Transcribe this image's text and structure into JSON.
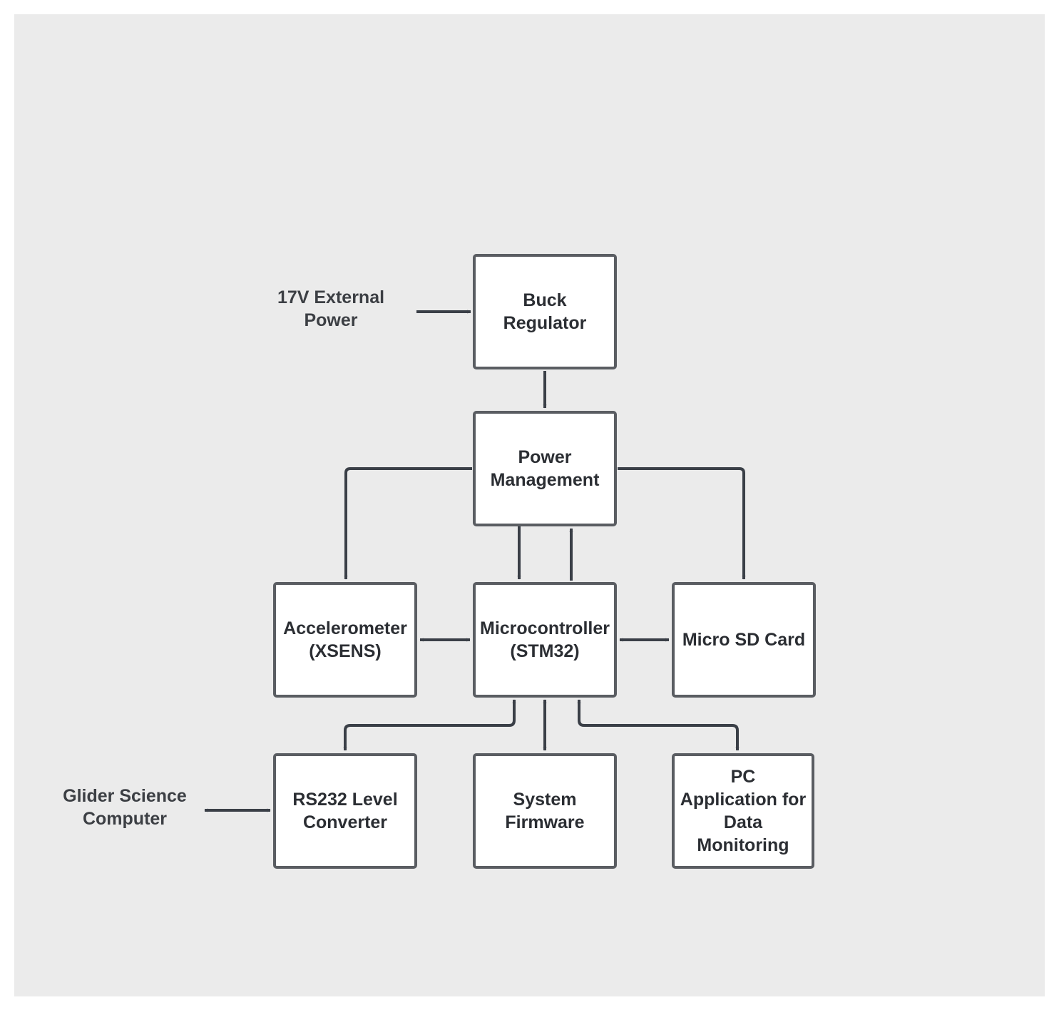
{
  "diagram": {
    "external": {
      "power_input": "17V External\nPower",
      "science_computer": "Glider Science\nComputer"
    },
    "blocks": {
      "buck_regulator": "Buck\nRegulator",
      "power_management": "Power\nManagement",
      "accelerometer": "Accelerometer\n(XSENS)",
      "microcontroller": "Microcontroller\n(STM32)",
      "micro_sd_card": "Micro SD Card",
      "rs232_converter": "RS232 Level\nConverter",
      "system_firmware": "System\nFirmware",
      "pc_application": "PC\nApplication for\nData\nMonitoring"
    },
    "colors": {
      "background": "#ebebeb",
      "block_border": "#5a5d62",
      "connector": "#3a3f47",
      "text": "#2b2e33"
    }
  }
}
